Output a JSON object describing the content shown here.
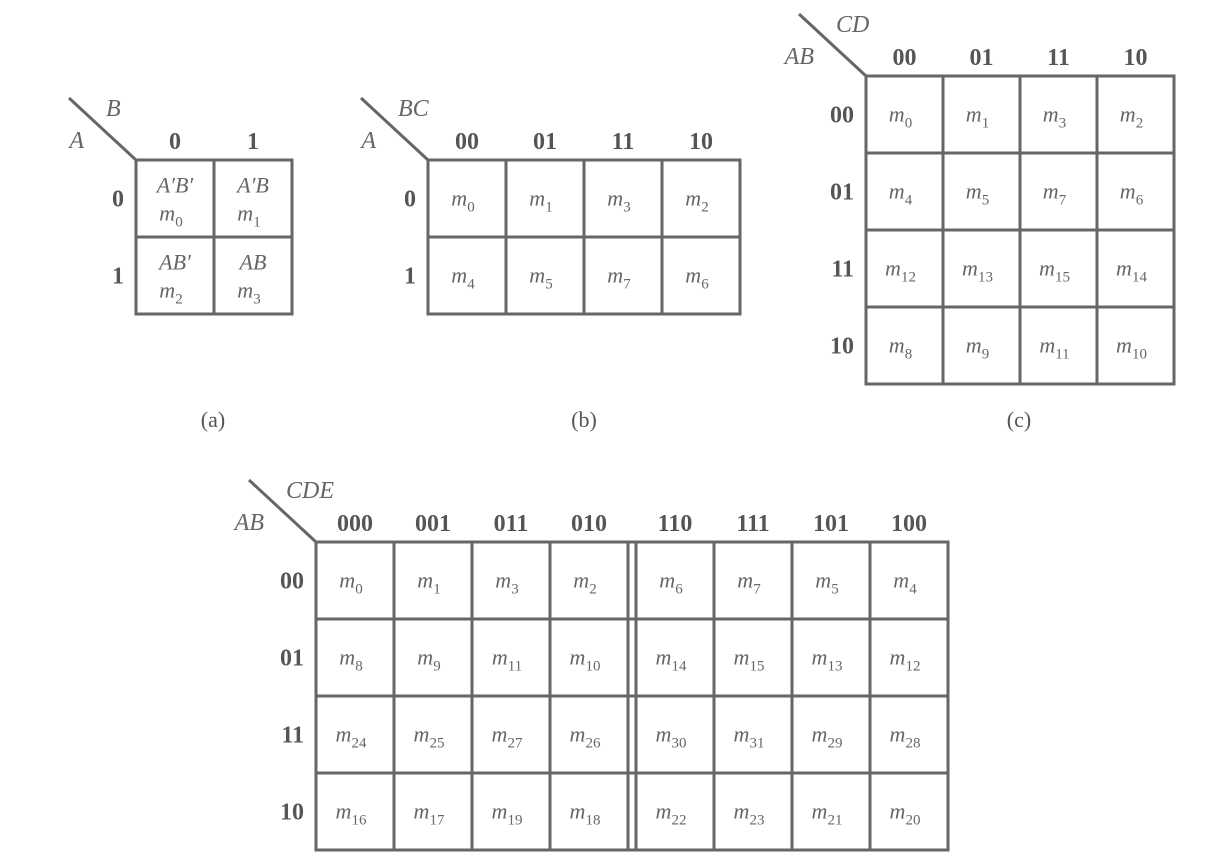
{
  "maps": [
    {
      "id": "a",
      "caption": "(a)",
      "row_var": "A",
      "col_var": "B",
      "col_labels": [
        "0",
        "1"
      ],
      "row_labels": [
        "0",
        "1"
      ],
      "cells": [
        [
          {
            "product": "A′B′",
            "base": "m",
            "sub": "0"
          },
          {
            "product": "A′B",
            "base": "m",
            "sub": "1"
          }
        ],
        [
          {
            "product": "AB′",
            "base": "m",
            "sub": "2"
          },
          {
            "product": "AB",
            "base": "m",
            "sub": "3"
          }
        ]
      ]
    },
    {
      "id": "b",
      "caption": "(b)",
      "row_var": "A",
      "col_var": "BC",
      "col_labels": [
        "00",
        "01",
        "11",
        "10"
      ],
      "row_labels": [
        "0",
        "1"
      ],
      "cells": [
        [
          {
            "base": "m",
            "sub": "0"
          },
          {
            "base": "m",
            "sub": "1"
          },
          {
            "base": "m",
            "sub": "3"
          },
          {
            "base": "m",
            "sub": "2"
          }
        ],
        [
          {
            "base": "m",
            "sub": "4"
          },
          {
            "base": "m",
            "sub": "5"
          },
          {
            "base": "m",
            "sub": "7"
          },
          {
            "base": "m",
            "sub": "6"
          }
        ]
      ]
    },
    {
      "id": "c",
      "caption": "(c)",
      "row_var": "AB",
      "col_var": "CD",
      "col_labels": [
        "00",
        "01",
        "11",
        "10"
      ],
      "row_labels": [
        "00",
        "01",
        "11",
        "10"
      ],
      "cells": [
        [
          {
            "base": "m",
            "sub": "0"
          },
          {
            "base": "m",
            "sub": "1"
          },
          {
            "base": "m",
            "sub": "3"
          },
          {
            "base": "m",
            "sub": "2"
          }
        ],
        [
          {
            "base": "m",
            "sub": "4"
          },
          {
            "base": "m",
            "sub": "5"
          },
          {
            "base": "m",
            "sub": "7"
          },
          {
            "base": "m",
            "sub": "6"
          }
        ],
        [
          {
            "base": "m",
            "sub": "12"
          },
          {
            "base": "m",
            "sub": "13"
          },
          {
            "base": "m",
            "sub": "15"
          },
          {
            "base": "m",
            "sub": "14"
          }
        ],
        [
          {
            "base": "m",
            "sub": "8"
          },
          {
            "base": "m",
            "sub": "9"
          },
          {
            "base": "m",
            "sub": "11"
          },
          {
            "base": "m",
            "sub": "10"
          }
        ]
      ]
    },
    {
      "id": "d",
      "caption": "",
      "row_var": "AB",
      "col_var": "CDE",
      "col_labels": [
        "000",
        "001",
        "011",
        "010",
        "110",
        "111",
        "101",
        "100"
      ],
      "row_labels": [
        "00",
        "01",
        "11",
        "10"
      ],
      "cells": [
        [
          {
            "base": "m",
            "sub": "0"
          },
          {
            "base": "m",
            "sub": "1"
          },
          {
            "base": "m",
            "sub": "3"
          },
          {
            "base": "m",
            "sub": "2"
          },
          {
            "base": "m",
            "sub": "6"
          },
          {
            "base": "m",
            "sub": "7"
          },
          {
            "base": "m",
            "sub": "5"
          },
          {
            "base": "m",
            "sub": "4"
          }
        ],
        [
          {
            "base": "m",
            "sub": "8"
          },
          {
            "base": "m",
            "sub": "9"
          },
          {
            "base": "m",
            "sub": "11"
          },
          {
            "base": "m",
            "sub": "10"
          },
          {
            "base": "m",
            "sub": "14"
          },
          {
            "base": "m",
            "sub": "15"
          },
          {
            "base": "m",
            "sub": "13"
          },
          {
            "base": "m",
            "sub": "12"
          }
        ],
        [
          {
            "base": "m",
            "sub": "24"
          },
          {
            "base": "m",
            "sub": "25"
          },
          {
            "base": "m",
            "sub": "27"
          },
          {
            "base": "m",
            "sub": "26"
          },
          {
            "base": "m",
            "sub": "30"
          },
          {
            "base": "m",
            "sub": "31"
          },
          {
            "base": "m",
            "sub": "29"
          },
          {
            "base": "m",
            "sub": "28"
          }
        ],
        [
          {
            "base": "m",
            "sub": "16"
          },
          {
            "base": "m",
            "sub": "17"
          },
          {
            "base": "m",
            "sub": "19"
          },
          {
            "base": "m",
            "sub": "18"
          },
          {
            "base": "m",
            "sub": "22"
          },
          {
            "base": "m",
            "sub": "23"
          },
          {
            "base": "m",
            "sub": "21"
          },
          {
            "base": "m",
            "sub": "20"
          }
        ]
      ]
    }
  ]
}
